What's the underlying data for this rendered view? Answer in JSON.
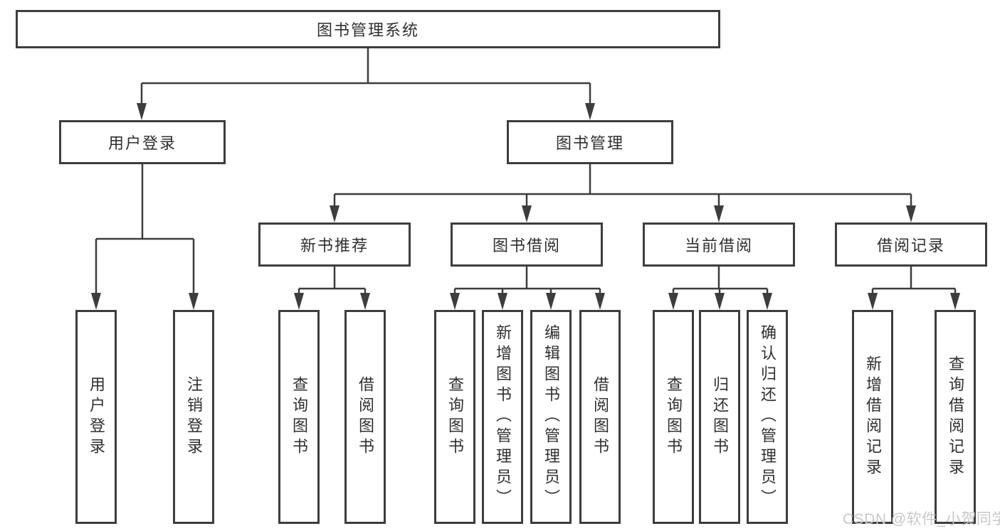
{
  "diagram": {
    "title_node": "图书管理系统",
    "branches": [
      {
        "label": "用户登录",
        "leaves": [
          "用户登录",
          "注销登录"
        ]
      },
      {
        "label": "图书管理",
        "groups": [
          {
            "label": "新书推荐",
            "leaves": [
              "查询图书",
              "借阅图书"
            ]
          },
          {
            "label": "图书借阅",
            "leaves": [
              "查询图书",
              "新增图书（管理员）",
              "编辑图书（管理员）",
              "借阅图书"
            ]
          },
          {
            "label": "当前借阅",
            "leaves": [
              "查询图书",
              "归还图书",
              "确认归还（管理员）"
            ]
          },
          {
            "label": "借阅记录",
            "leaves": [
              "新增借阅记录",
              "查询借阅记录"
            ]
          }
        ]
      }
    ]
  },
  "watermark": {
    "text": "CSDN @软件_小贺同学",
    "color": "#c8c8c8"
  },
  "colors": {
    "line": "#3d3d3d",
    "border": "#3d3d3d",
    "text": "#2f2f2f",
    "background": "#ffffff"
  }
}
